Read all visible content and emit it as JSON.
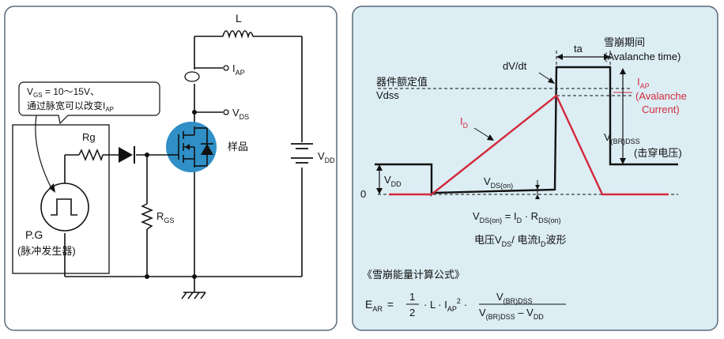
{
  "circuit": {
    "inductor_label": "L",
    "iap_label": "I",
    "iap_sub": "AP",
    "vds_label": "V",
    "vds_sub": "DS",
    "vdd_label": "V",
    "vdd_sub": "DD",
    "sample_label": "样品",
    "rg_label": "Rg",
    "rgs_label": "R",
    "rgs_sub": "GS",
    "pg_label": "P.G",
    "pg_desc": "(脉冲发生器)",
    "callout_line1_a": "V",
    "callout_line1_sub": "GS",
    "callout_line1_b": " = 10～15V、",
    "callout_line2_a": "通过脉宽可以改变I",
    "callout_line2_sub": "AP"
  },
  "waveform": {
    "ta_label": "ta",
    "period_cn": "雪崩期间",
    "period_en": "(Avalanche time)",
    "dvdt_label": "dV/dt",
    "rated_cn": "器件额定值",
    "rated_en": "Vdss",
    "iap_label": "I",
    "iap_sub": "AP",
    "avalanche_current_1": "(Avalanche",
    "avalanche_current_2": "Current)",
    "id_label": "I",
    "id_sub": "D",
    "vbr_label": "V",
    "vbr_sub": "(BR)DSS",
    "breakdown_cn": "(击穿电压)",
    "vdd_label": "V",
    "vdd_sub": "DD",
    "zero_label": "0",
    "vdson_label": "V",
    "vdson_sub": "DS(on)",
    "eq_vdson": "V",
    "eq_vdson_sub": "DS(on)",
    "eq_mid": " = I",
    "eq_id_sub": "D",
    "eq_dot": " · R",
    "eq_rds_sub": "DS(on)",
    "caption_a": "电压V",
    "caption_sub1": "DS",
    "caption_b": "/ 电流I",
    "caption_sub2": "D",
    "caption_c": "波形",
    "formula_title": "《雪崩能量计算公式》",
    "f_ear": "E",
    "f_ear_sub": "AR",
    "f_eq": "=",
    "f_num1": "1",
    "f_den1": "2",
    "f_mid": "· L · I",
    "f_iap_sub": "AP",
    "f_sq": "2",
    "f_dot": "·",
    "f_num2": "V",
    "f_num2_sub": "(BR)DSS",
    "f_den2_a": "V",
    "f_den2_sub": "(BR)DSS",
    "f_den2_b": " – V",
    "f_den2_sub2": "DD"
  },
  "colors": {
    "panel_bg": "#dcedf4",
    "frame": "#5a6a7a",
    "accent_blue": "#2f8fc6",
    "red": "#d42a3c",
    "text": "#111111"
  }
}
